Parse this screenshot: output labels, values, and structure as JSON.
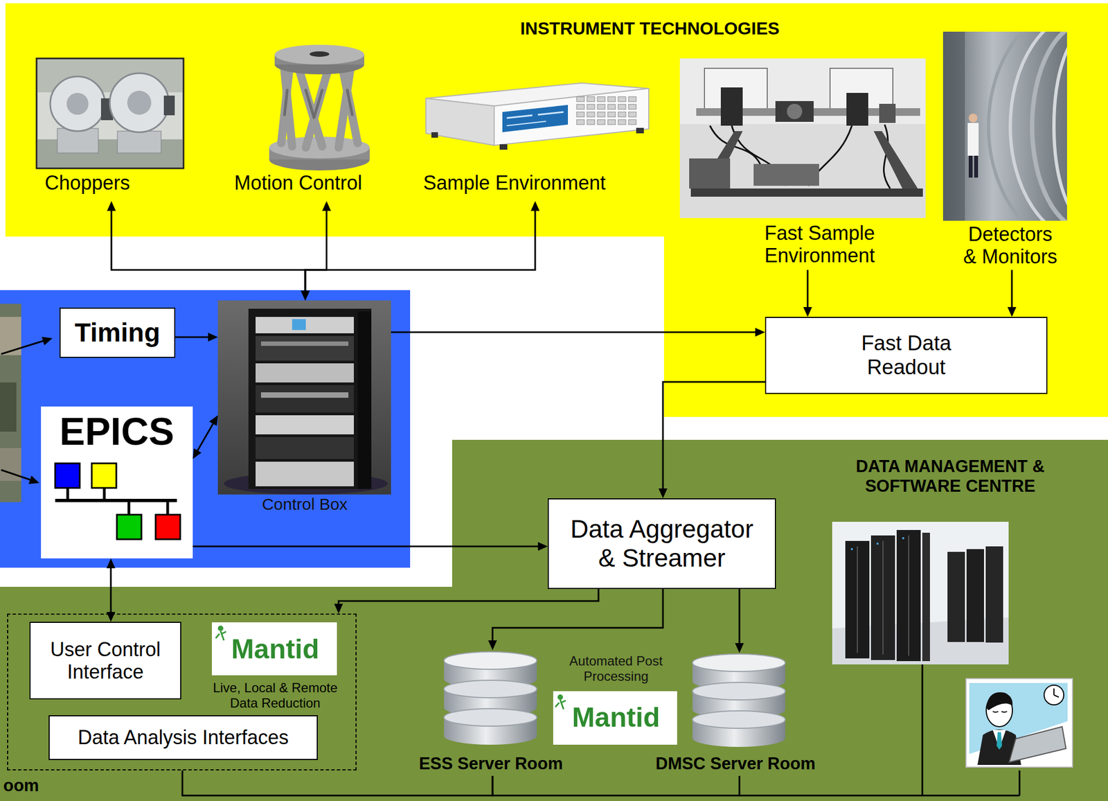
{
  "diagram": {
    "nodes": [
      {
        "text": [
          "INSTRUMENT TECHNOLOGIES"
        ]
      },
      {
        "text": [
          "Choppers"
        ],
        "in": 0
      },
      {
        "text": [
          "Motion Control"
        ],
        "in": 0
      },
      {
        "text": [
          "Sample Environment"
        ],
        "in": 0
      },
      {
        "text": [
          "Fast Sample Environment"
        ],
        "in": 0
      },
      {
        "text": [
          "Detectors & Monitors"
        ],
        "in": 0
      },
      {
        "text": [
          "Fast Data Readout"
        ],
        "in": 0
      },
      {
        "text": [
          "Timing"
        ]
      },
      {
        "text": [
          "Control Box"
        ]
      },
      {
        "text": [
          "EPICS"
        ]
      },
      {
        "text": [
          "DATA MANAGEMENT & SOFTWARE CENTRE"
        ]
      },
      {
        "text": [
          "Data Aggregator & Streamer"
        ],
        "in": 10
      },
      {
        "text": [
          "oom"
        ],
        "in": 10
      },
      {
        "text": [
          "User Control Interface"
        ],
        "in": 12
      },
      {
        "text": [
          "Mantid",
          "Live, Local & Remote Data Reduction"
        ],
        "in": 12
      },
      {
        "text": [
          "Data Analysis Interfaces"
        ],
        "in": 12
      },
      {
        "text": [
          "ESS Server Room"
        ],
        "in": 10
      },
      {
        "text": [
          "Automated Post Processing",
          "Mantid"
        ],
        "in": 10
      },
      {
        "text": [
          "DMSC Server Room"
        ],
        "in": 10
      }
    ],
    "edges": [
      {
        "from": 1,
        "to": 8,
        "arrow": "both"
      },
      {
        "from": 2,
        "to": 8,
        "arrow": "both"
      },
      {
        "from": 3,
        "to": 8,
        "arrow": "both"
      },
      {
        "from": 4,
        "to": 6,
        "arrow": "to"
      },
      {
        "from": 5,
        "to": 6,
        "arrow": "to"
      },
      {
        "from": 7,
        "to": 8,
        "arrow": "to"
      },
      {
        "from": 9,
        "to": 8,
        "arrow": "both"
      },
      {
        "from": 8,
        "to": 6,
        "arrow": "to"
      },
      {
        "from": 6,
        "to": 11,
        "arrow": "to"
      },
      {
        "from": 9,
        "to": 11,
        "arrow": "to"
      },
      {
        "from": 9,
        "to": 13,
        "arrow": "both"
      },
      {
        "from": 11,
        "to": 12,
        "arrow": "to"
      },
      {
        "from": 11,
        "to": 16,
        "arrow": "to"
      },
      {
        "from": 11,
        "to": 18,
        "arrow": "to"
      },
      {
        "from": 12,
        "to": 16,
        "arrow": "none"
      },
      {
        "from": 16,
        "to": 18,
        "arrow": "none"
      }
    ]
  }
}
